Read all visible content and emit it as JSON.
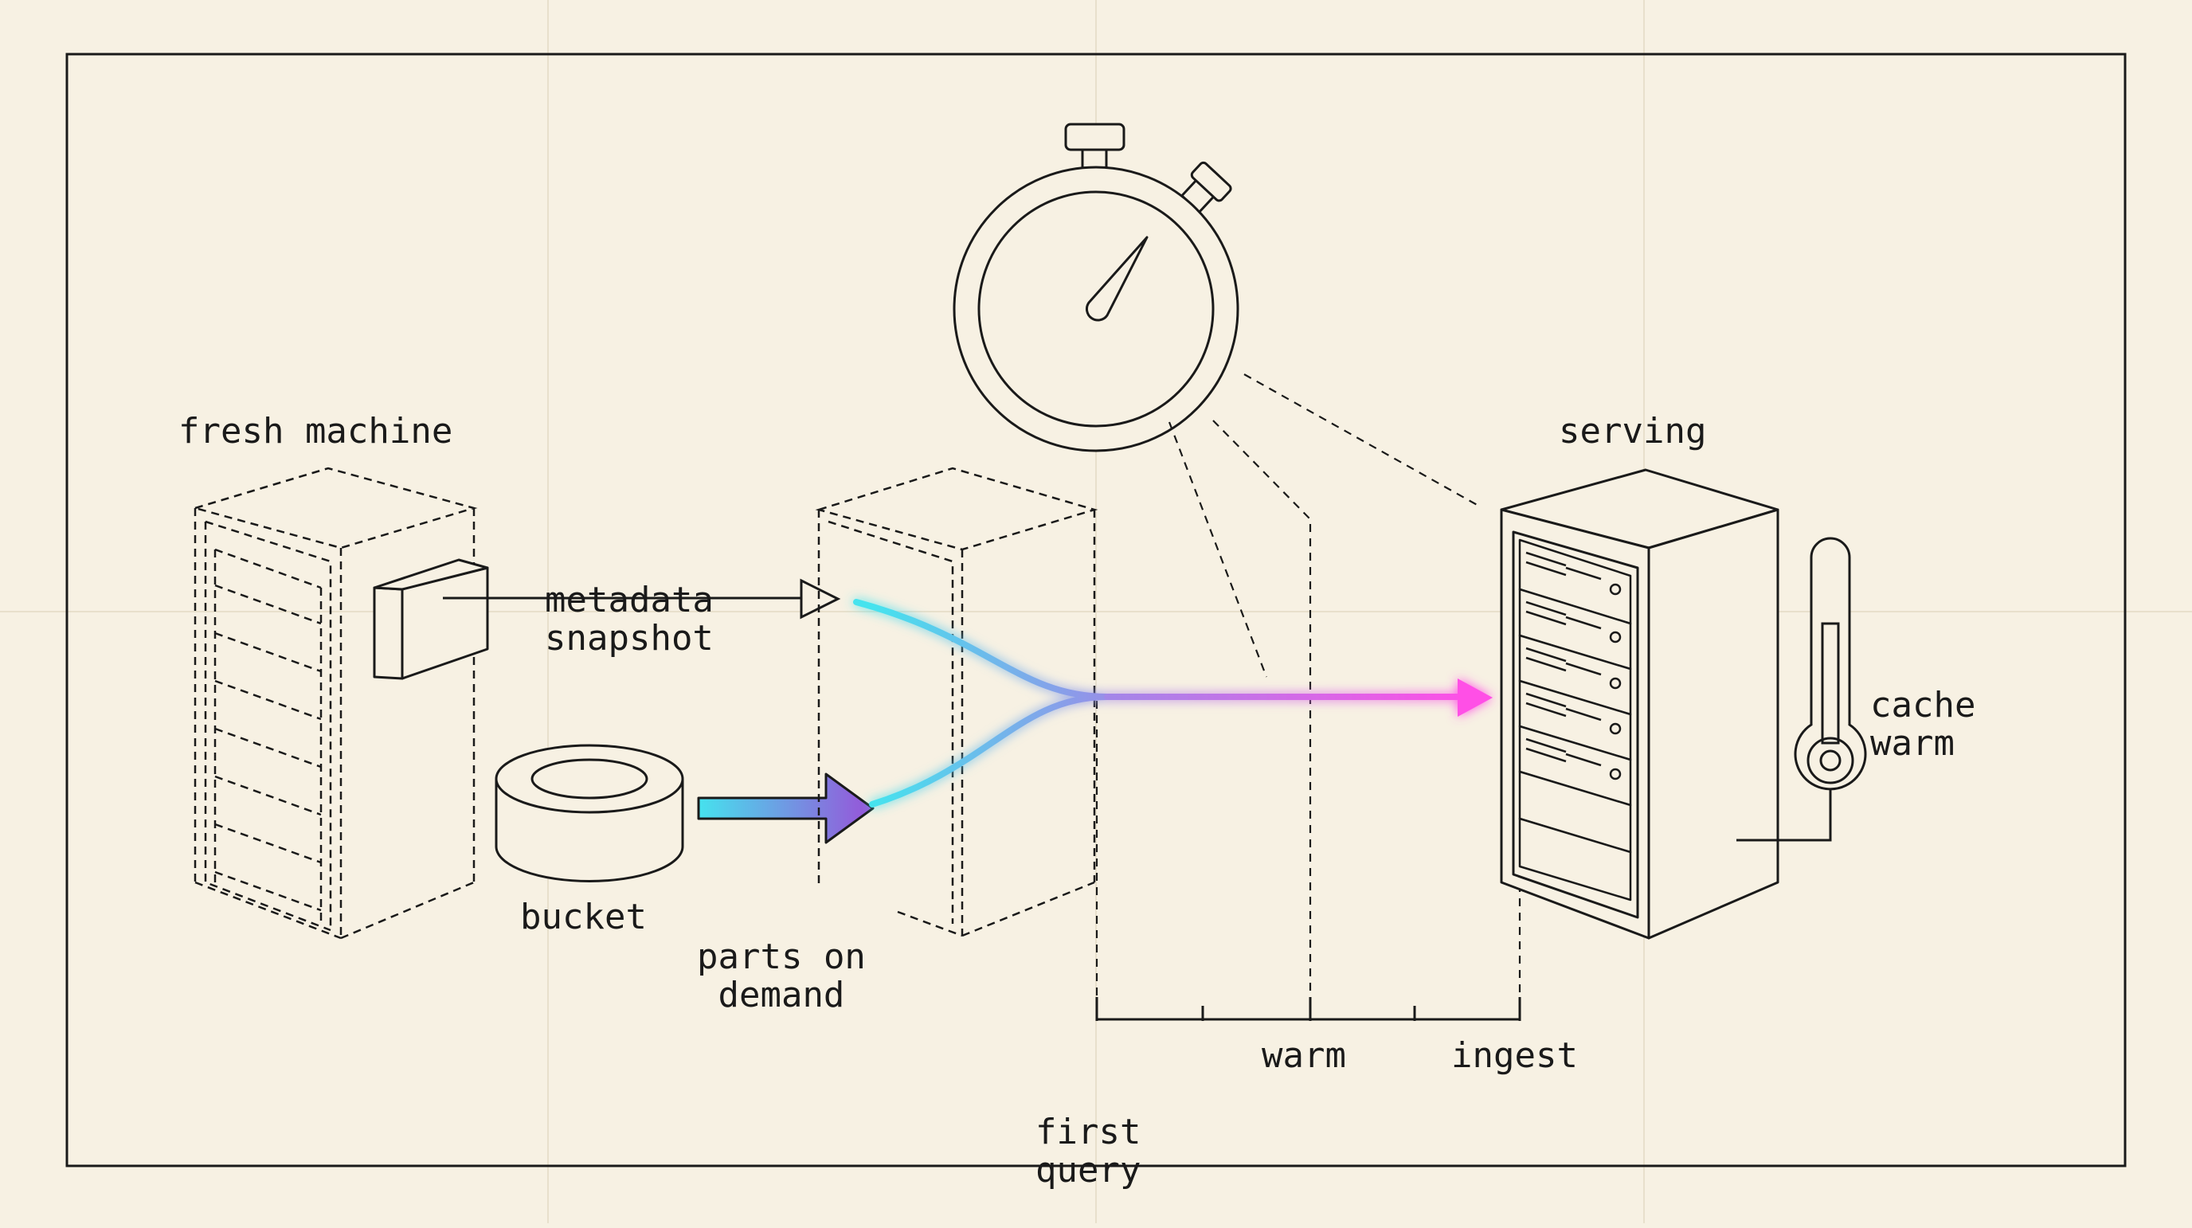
{
  "labels": {
    "fresh_machine": "fresh machine",
    "metadata": [
      "metadata",
      "snapshot"
    ],
    "bucket": "bucket",
    "parts": [
      "parts on",
      "demand"
    ],
    "serving": "serving",
    "cache": [
      "cache",
      "warm"
    ],
    "first_query": [
      "first",
      "query"
    ],
    "warm": "warm",
    "ingest": "ingest"
  },
  "colors": {
    "ink": "#1a1a1a",
    "paper": "#f7f1e3",
    "cyan": "#45e3ee",
    "violet": "#9a78e6",
    "magenta": "#ff4fe6"
  }
}
